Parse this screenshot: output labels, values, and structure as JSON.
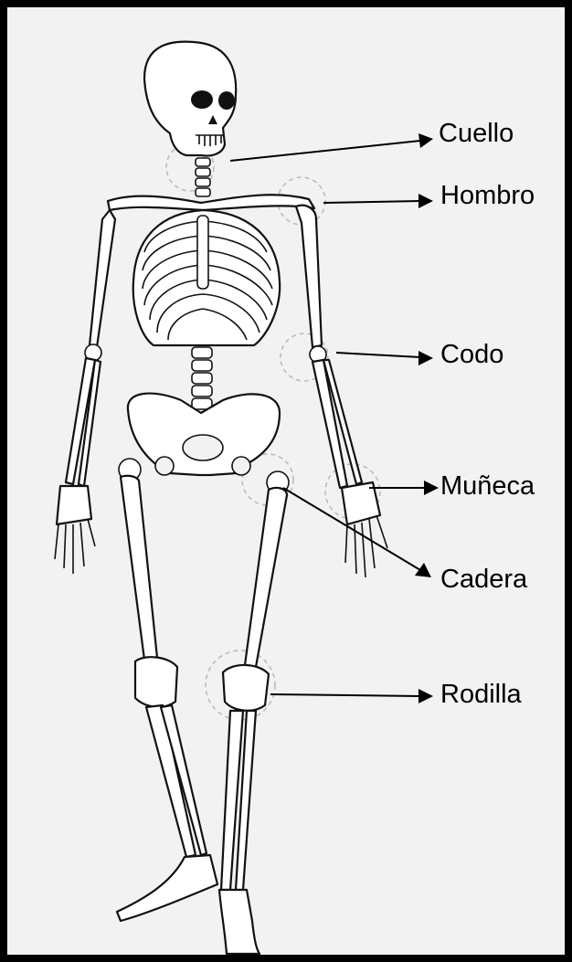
{
  "labels": {
    "neck": "Cuello",
    "shoulder": "Hombro",
    "elbow": "Codo",
    "wrist": "Muñeca",
    "hip": "Cadera",
    "knee": "Rodilla"
  },
  "colors": {
    "frame_border": "#000000",
    "background": "#f2f2f2",
    "ink": "#111111",
    "joint_ring": "#b8b8b8"
  }
}
